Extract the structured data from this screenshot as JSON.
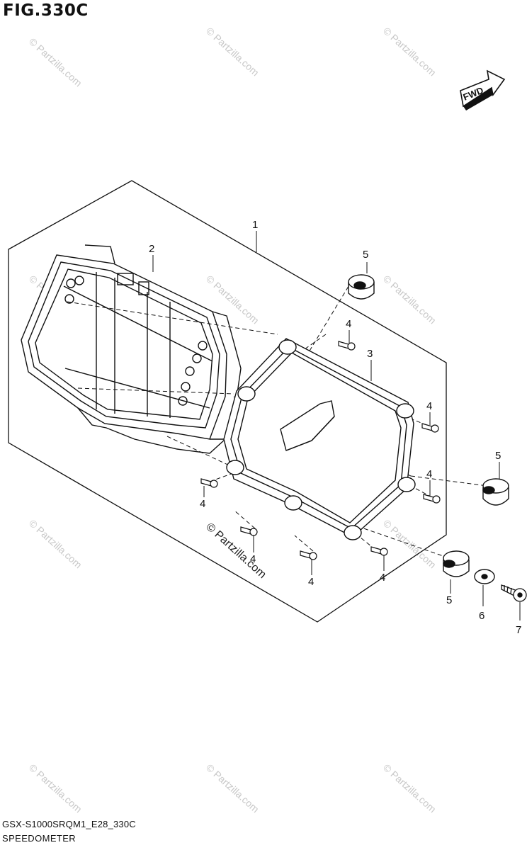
{
  "figure": {
    "title": "FIG.330C",
    "model_code": "GSX-S1000SRQM1_E28_330C",
    "section_name": "SPEEDOMETER",
    "fwd_label": "FWD"
  },
  "callouts": [
    "1",
    "2",
    "3",
    "4",
    "4",
    "4",
    "4",
    "4",
    "4",
    "4",
    "5",
    "5",
    "5",
    "6",
    "7"
  ],
  "watermark": {
    "text": "© Partzilla.com",
    "center_text": "© Partzilla.com"
  }
}
